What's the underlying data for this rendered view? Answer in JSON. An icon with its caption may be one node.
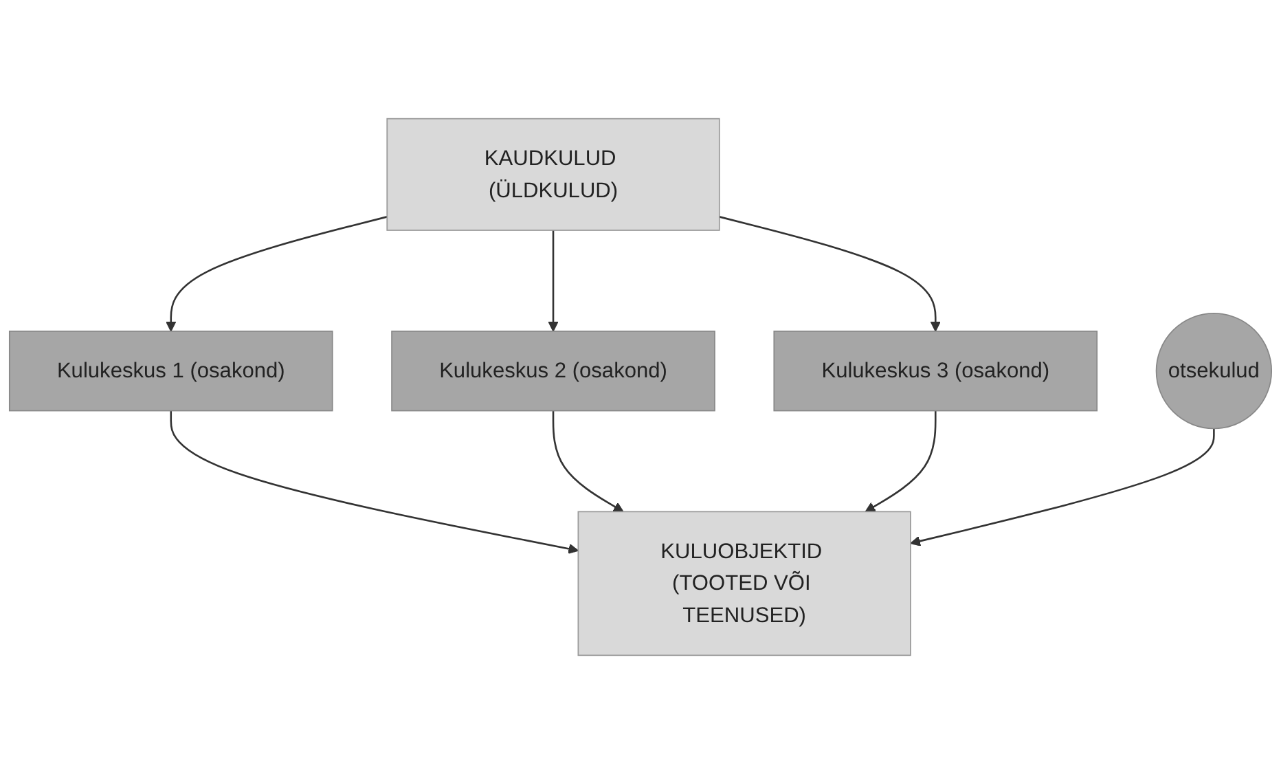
{
  "diagram": {
    "nodes": [
      {
        "text": [
          "KAUDKULUD (ÜLDKULUD)"
        ]
      },
      {
        "text": [
          "Kulukeskus 1 (osakond)"
        ]
      },
      {
        "text": [
          "Kulukeskus 2 (osakond)"
        ]
      },
      {
        "text": [
          "Kulukeskus 3 (osakond)"
        ]
      },
      {
        "text": [
          "otsekulud"
        ]
      },
      {
        "text": [
          "KULUOBJEKTID (TOOTED VÕI TEENUSED)"
        ]
      }
    ],
    "edges": [
      {
        "from": 0,
        "to": 1,
        "arrow": "to"
      },
      {
        "from": 0,
        "to": 2,
        "arrow": "to"
      },
      {
        "from": 0,
        "to": 3,
        "arrow": "to"
      },
      {
        "from": 1,
        "to": 5,
        "arrow": "to"
      },
      {
        "from": 2,
        "to": 5,
        "arrow": "to"
      },
      {
        "from": 3,
        "to": 5,
        "arrow": "to"
      },
      {
        "from": 4,
        "to": 5,
        "arrow": "to"
      }
    ]
  }
}
